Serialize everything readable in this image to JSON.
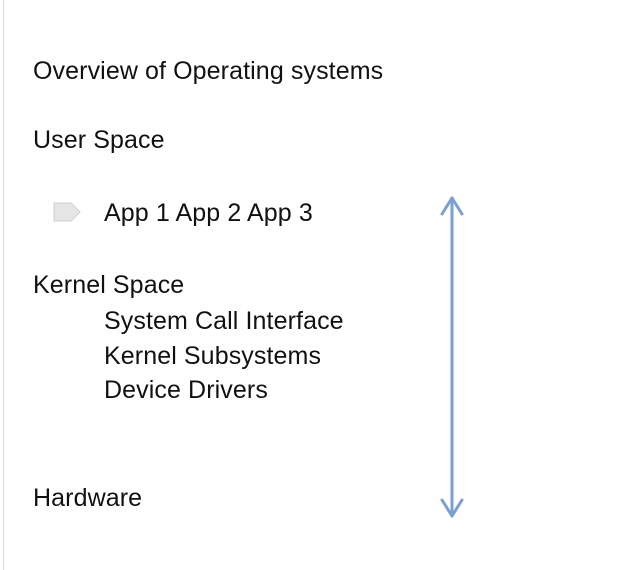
{
  "diagram": {
    "title": "Overview of Operating systems",
    "user_space": {
      "label": "User Space",
      "apps": "App 1 App 2 App 3",
      "icon": "tag-icon"
    },
    "kernel_space": {
      "label": "Kernel Space",
      "items": [
        "System Call Interface",
        "Kernel Subsystems",
        "Device Drivers"
      ]
    },
    "hardware": "Hardware",
    "connector": {
      "type": "double-headed-arrow",
      "color": "#7A9FD4"
    }
  }
}
